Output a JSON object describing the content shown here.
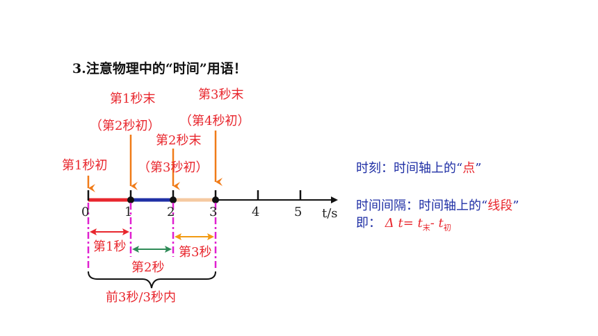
{
  "title": "3.注意物理中的“时间”用语！",
  "axis": {
    "ticks": [
      "0",
      "1",
      "2",
      "3",
      "4",
      "5"
    ],
    "unit_label": "t/s"
  },
  "colors": {
    "segment_0_1": "#e8262d",
    "segment_1_2": "#1f2fa5",
    "segment_2_3": "#f5c9a0",
    "arrow_orange": "#f07b18",
    "magenta_dash": "#e020d0",
    "interval_red": "#e8262d",
    "interval_green": "#2e8b57",
    "interval_orange": "#f29a12"
  },
  "moments": {
    "first_second_start": "第1秒初",
    "first_second_end": "第1秒末",
    "second_second_start": "（第2秒初）",
    "second_second_end": "第2秒末",
    "third_second_start": "（第3秒初）",
    "third_second_end": "第3秒末",
    "fourth_second_start": "（第4秒初）"
  },
  "intervals": {
    "first": "第1秒",
    "second": "第2秒",
    "third": "第3秒",
    "first_three": "前3秒/3秒内"
  },
  "definitions": {
    "moment_prefix": "时刻：时间轴上的“",
    "moment_key": "点",
    "moment_suffix": "”",
    "interval_prefix": "时间间隔：时间轴上的“",
    "interval_key": "线段",
    "interval_suffix": "”",
    "formula_label": "即：",
    "formula_main": "Δ t= t",
    "formula_sub_end": "末",
    "formula_minus": "- t",
    "formula_sub_start": "初"
  }
}
